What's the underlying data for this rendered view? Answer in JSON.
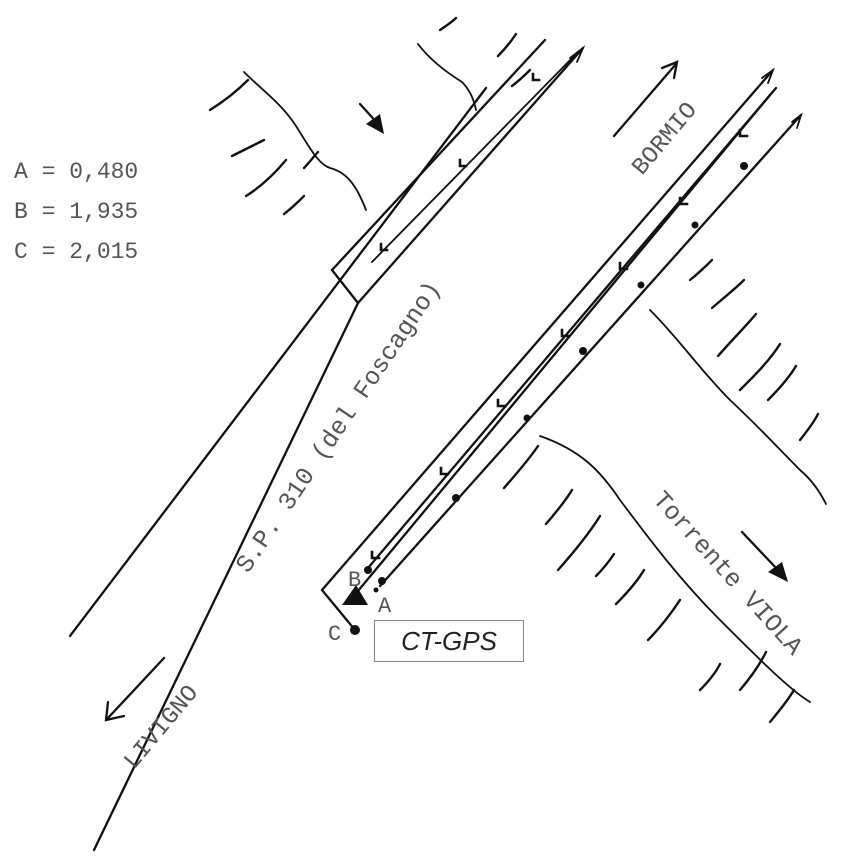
{
  "legend": {
    "a": "A = 0,480",
    "b": "B = 1,935",
    "c": "C = 2,015"
  },
  "road": {
    "name": "S.P. 310 (del Foscagno)"
  },
  "directions": {
    "northeast": "BORMIO",
    "southwest": "LIVIGNO"
  },
  "river": {
    "name": "Torrente VIOLA"
  },
  "points": {
    "a": "A",
    "b": "B",
    "c": "C"
  },
  "station": {
    "label": "CT-GPS"
  },
  "colors": {
    "ink": "#111111",
    "text": "#555555",
    "box_border": "#888888"
  }
}
